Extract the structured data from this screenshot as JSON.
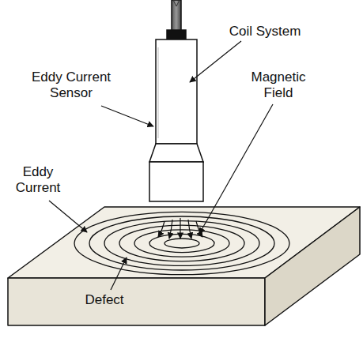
{
  "diagram": {
    "labels": [
      "Eddy Current Sensor",
      "Coil System",
      "Magnetic Field",
      "Eddy Current",
      "Defect"
    ]
  }
}
